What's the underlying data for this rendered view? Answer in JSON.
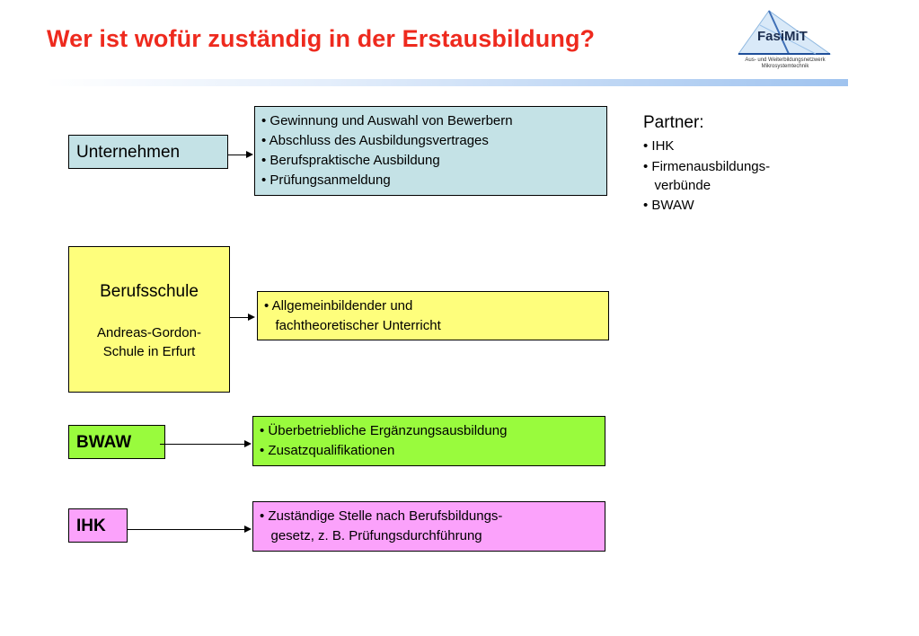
{
  "slide": {
    "title": "Wer ist wofür zuständig in der Erstausbildung?"
  },
  "logo": {
    "name": "FasiMiT",
    "subtitle_line1": "Aus- und Weiterbildungsnetzwerk",
    "subtitle_line2": "Mikrosystemtechnik"
  },
  "colors": {
    "title": "#ee2a1e",
    "unternehmen_fill": "#c4e2e6",
    "berufsschule_fill": "#fefe7c",
    "bwaw_fill": "#99fb3d",
    "ihk_fill": "#fba2fb"
  },
  "entities": {
    "unternehmen": {
      "label": "Unternehmen",
      "tasks": [
        "• Gewinnung und Auswahl von Bewerbern",
        "• Abschluss des Ausbildungsvertrages",
        "• Berufspraktische Ausbildung",
        "• Prüfungsanmeldung"
      ]
    },
    "berufsschule": {
      "label": "Berufsschule",
      "sub_line1": "Andreas-Gordon-",
      "sub_line2": "Schule in Erfurt",
      "tasks": [
        "• Allgemeinbildender und",
        "   fachtheoretischer Unterricht"
      ]
    },
    "bwaw": {
      "label": "BWAW",
      "tasks": [
        "• Überbetriebliche Ergänzungsausbildung",
        "• Zusatzqualifikationen"
      ]
    },
    "ihk": {
      "label": "IHK",
      "tasks": [
        "• Zuständige Stelle nach Berufsbildungs-",
        "   gesetz, z. B. Prüfungsdurchführung"
      ]
    }
  },
  "partner": {
    "heading": "Partner:",
    "items": [
      "• IHK",
      "• Firmenausbildungs-",
      "   verbünde",
      "• BWAW"
    ]
  }
}
